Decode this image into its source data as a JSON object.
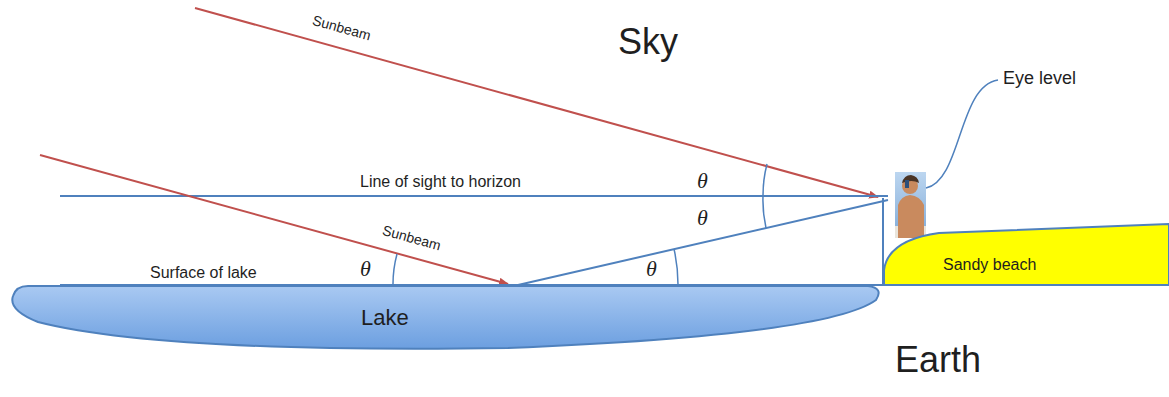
{
  "diagram": {
    "nodes": [
      {
        "text": [
          "Sandy beach"
        ]
      },
      {
        "text": [
          "Lake"
        ]
      }
    ],
    "labels": [
      "Sky",
      "Sunbeam",
      "Eye level",
      "Line of sight to horizon",
      "θ",
      "θ",
      "Sunbeam",
      "Surface of lake",
      "θ",
      "θ",
      "Earth"
    ]
  }
}
